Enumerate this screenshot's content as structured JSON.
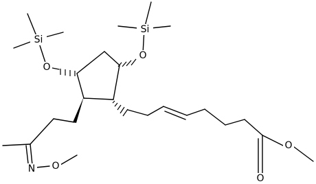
{
  "molecule": {
    "atom_labels": {
      "si_left": "Si",
      "si_right": "Si",
      "o_left": "O",
      "o_right": "O",
      "oxime_n": "N",
      "oxime_o": "O",
      "ester_o_single": "O",
      "ester_o_carbonyl": "O"
    }
  }
}
